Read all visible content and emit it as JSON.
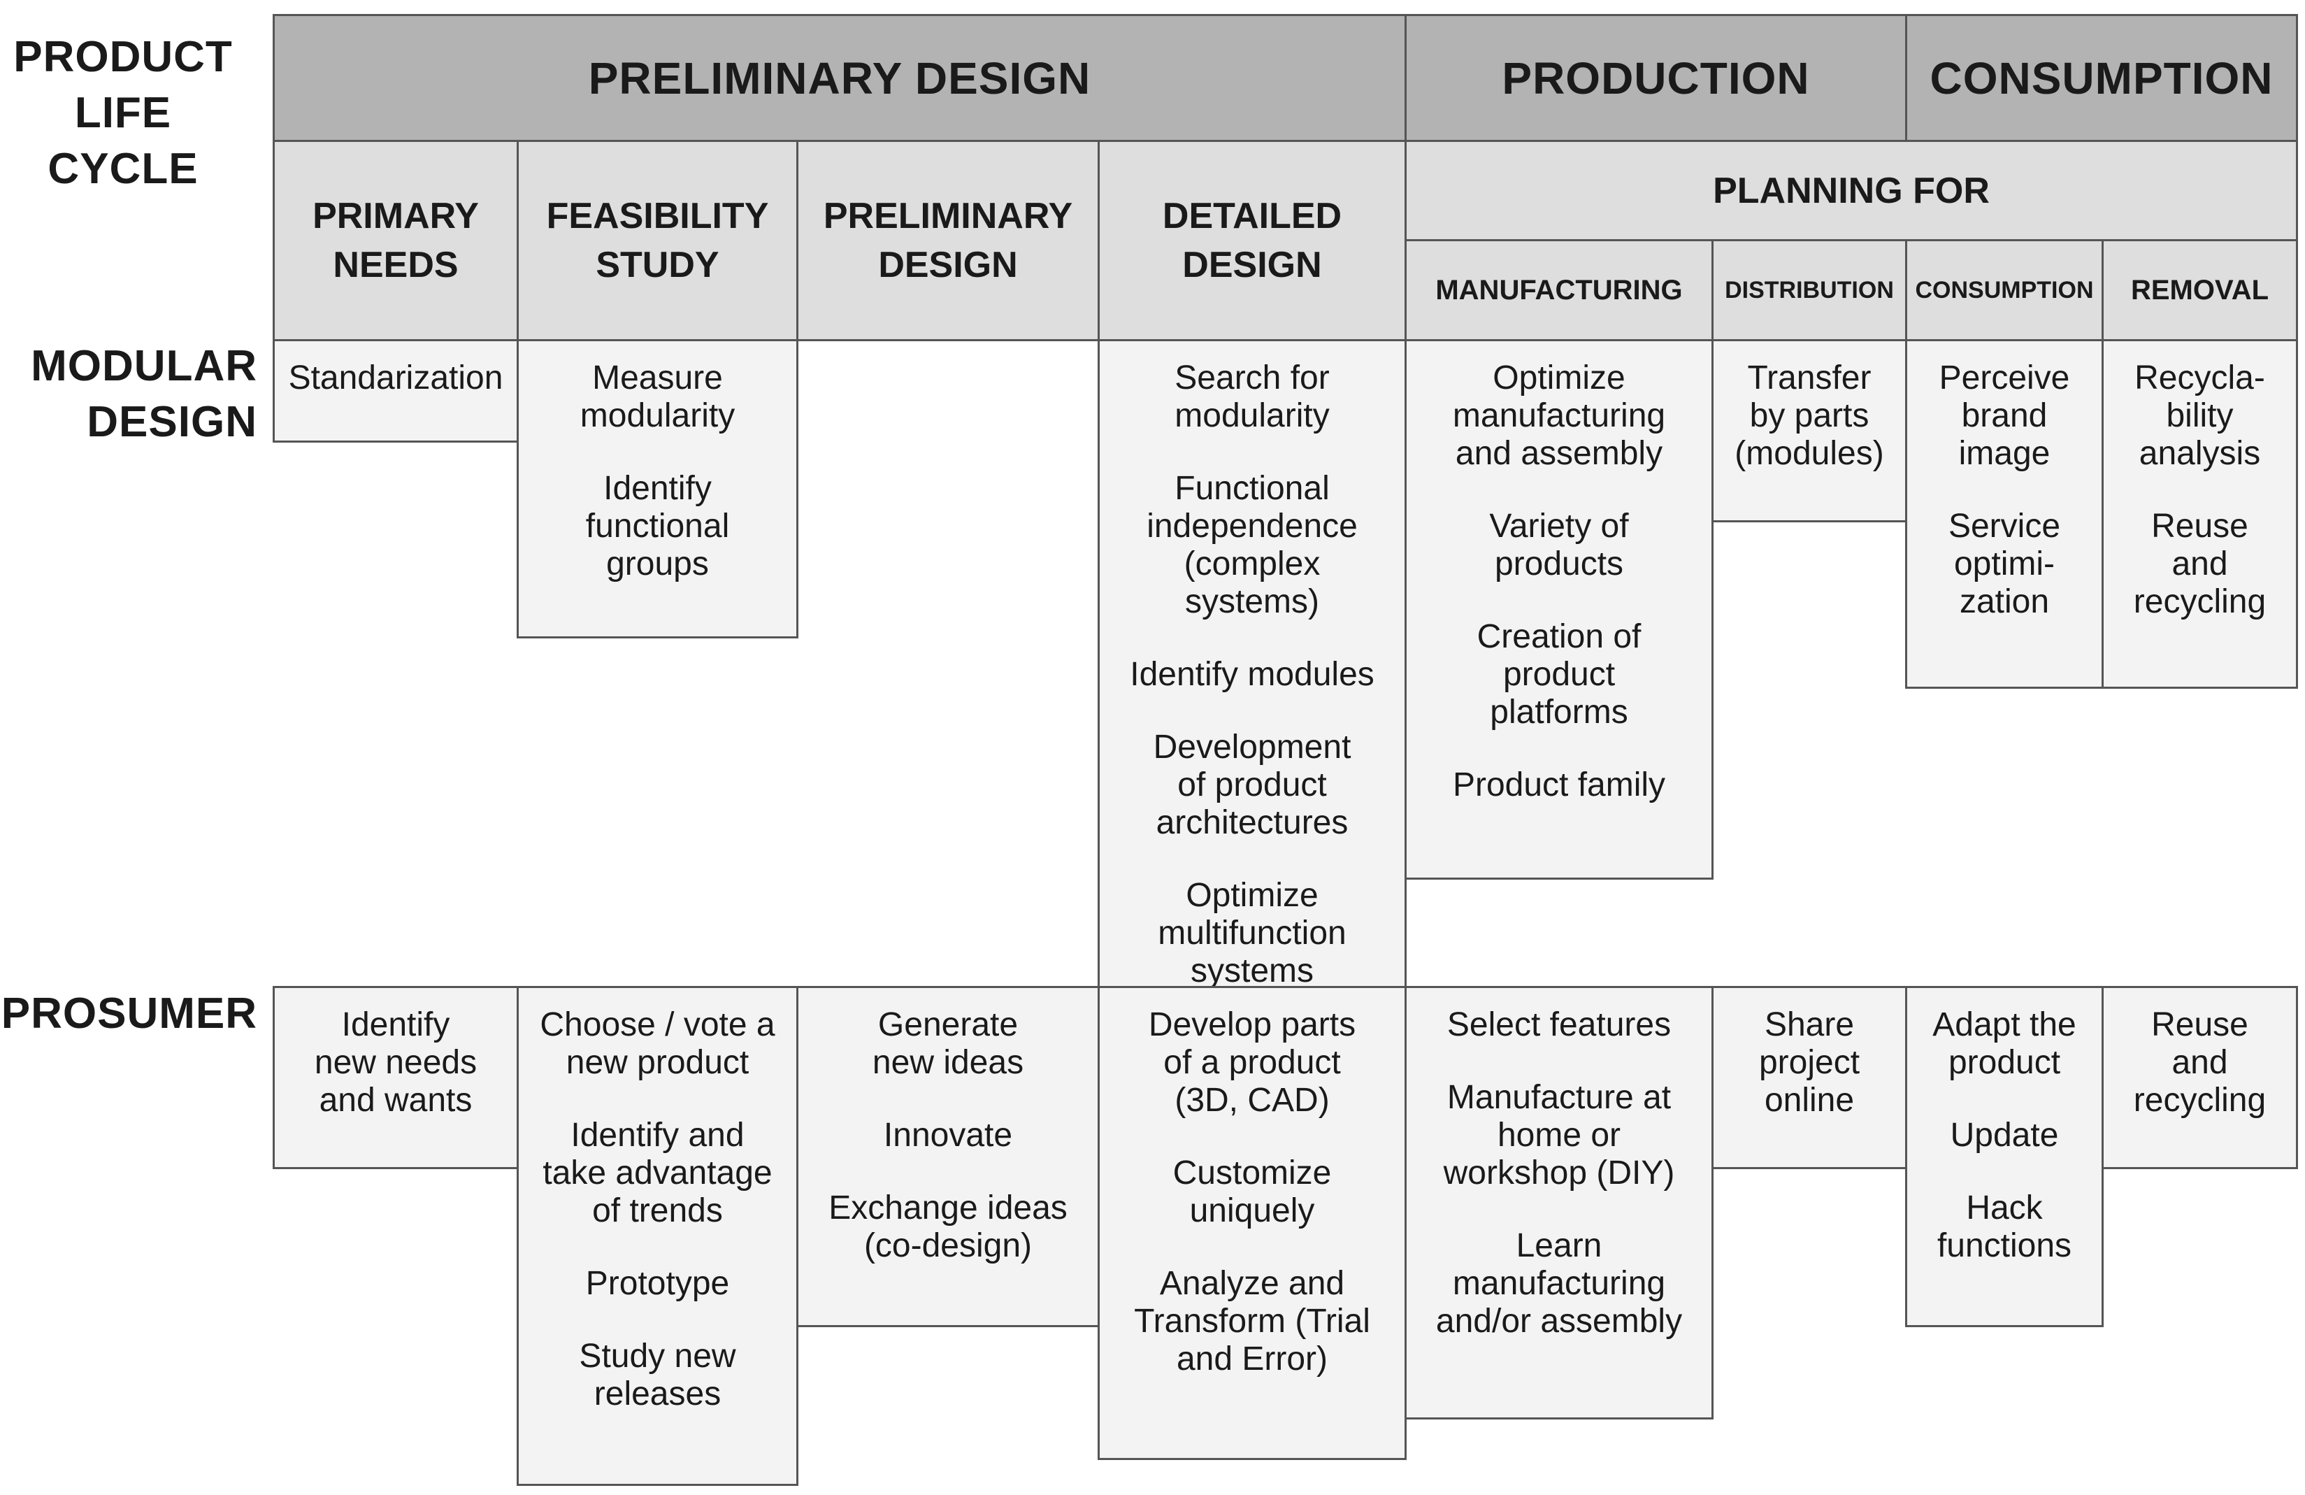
{
  "row_labels": {
    "product_life_cycle": "PRODUCT\nLIFE CYCLE",
    "modular_design": "MODULAR\nDESIGN",
    "prosumer": "PROSUMER"
  },
  "phases": {
    "preliminary_design": "PRELIMINARY DESIGN",
    "production": "PRODUCTION",
    "consumption": "CONSUMPTION"
  },
  "stages": {
    "primary_needs": "PRIMARY\nNEEDS",
    "feasibility_study": "FEASIBILITY\nSTUDY",
    "preliminary_design": "PRELIMINARY\nDESIGN",
    "detailed_design": "DETAILED\nDESIGN",
    "planning_for": "PLANNING FOR",
    "manufacturing": "MANUFACTURING",
    "distribution": "DISTRIBUTION",
    "consumption": "CONSUMPTION",
    "removal": "REMOVAL"
  },
  "modular": {
    "primary_needs": [
      "Standarization"
    ],
    "feasibility_study": [
      "Measure\nmodularity",
      "Identify\nfunctional\ngroups"
    ],
    "detailed_design": [
      "Search for\nmodularity",
      "Functional\nindependence\n(complex\nsystems)",
      "Identify modules",
      "Development\nof product\narchitectures",
      "Optimize\nmultifunction\nsystems"
    ],
    "manufacturing": [
      "Optimize\nmanufacturing\nand assembly",
      "Variety of\nproducts",
      "Creation of\nproduct\nplatforms",
      "Product family"
    ],
    "distribution": [
      "Transfer\nby parts\n(modules)"
    ],
    "consumption": [
      "Perceive\nbrand\nimage",
      "Service\noptimi-\nzation"
    ],
    "removal": [
      "Recycla-\nbility\nanalysis",
      "Reuse\nand\nrecycling"
    ]
  },
  "prosumer": {
    "primary_needs": [
      "Identify\nnew needs\nand wants"
    ],
    "feasibility_study": [
      "Choose / vote a\nnew product",
      "Identify and\ntake advantage\nof trends",
      "Prototype",
      "Study new\nreleases"
    ],
    "preliminary_design": [
      "Generate\nnew ideas",
      "Innovate",
      "Exchange ideas\n(co-design)"
    ],
    "detailed_design": [
      "Develop parts\nof a product\n(3D, CAD)",
      "Customize\nuniquely",
      "Analyze and\nTransform (Trial\nand Error)"
    ],
    "manufacturing": [
      "Select features",
      "Manufacture at\nhome or\nworkshop (DIY)",
      "Learn\nmanufacturing\nand/or assembly"
    ],
    "distribution": [
      "Share\nproject\nonline"
    ],
    "consumption": [
      "Adapt the\nproduct",
      "Update",
      "Hack\nfunctions"
    ],
    "removal": [
      "Reuse\nand\nrecycling"
    ]
  }
}
